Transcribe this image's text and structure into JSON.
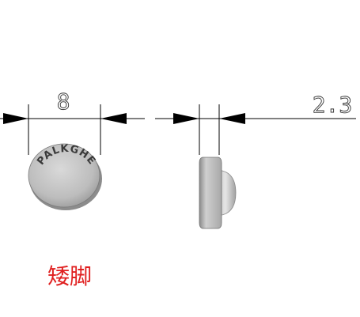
{
  "front_view": {
    "dimension": "8",
    "logo": "PALKGHE"
  },
  "side_view": {
    "dimension": "2.3"
  },
  "caption": "矮脚",
  "colors": {
    "line": "#000000",
    "dim_text": "#333333",
    "caption": "#e02020",
    "part_light": "#d4d4d4",
    "part_dark": "#7a7a7a"
  }
}
